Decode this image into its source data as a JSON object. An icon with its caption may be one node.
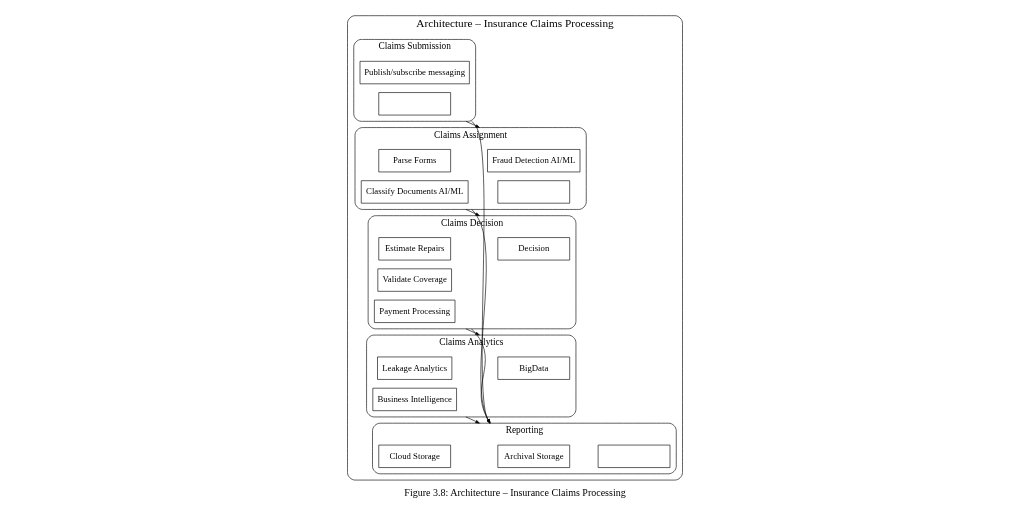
{
  "diagram": {
    "caption": "Figure 3.8: Architecture – Insurance Claims Processing",
    "nodes": [
      {
        "text": [
          "Architecture – Insurance Claims Processing"
        ]
      },
      {
        "text": [
          "Claims Submission"
        ],
        "in": 0
      },
      {
        "text": [
          "Publish/subscribe messaging"
        ],
        "in": 1
      },
      {
        "text": [],
        "shape": "box",
        "in": 1
      },
      {
        "text": [
          "Claims Assignment"
        ],
        "in": 0
      },
      {
        "text": [
          "Parse Forms"
        ],
        "in": 4
      },
      {
        "text": [],
        "shape": "box",
        "in": 4
      },
      {
        "text": [
          "Fraud Detection AI/ML"
        ],
        "in": 4
      },
      {
        "text": [
          "Classify Documents AI/ML"
        ],
        "in": 4
      },
      {
        "text": [
          "Claims Decision"
        ],
        "in": 0
      },
      {
        "text": [
          "Estimate Repairs"
        ],
        "in": 9
      },
      {
        "text": [
          "Validate Coverage"
        ],
        "in": 9
      },
      {
        "text": [
          "Decision"
        ],
        "in": 9
      },
      {
        "text": [
          "Payment Processing"
        ],
        "in": 9
      },
      {
        "text": [
          "Claims Analytics"
        ],
        "in": 0
      },
      {
        "text": [
          "Leakage Analytics"
        ],
        "in": 14
      },
      {
        "text": [
          "BigData"
        ],
        "in": 14
      },
      {
        "text": [
          "Business Intelligence"
        ],
        "in": 14
      },
      {
        "text": [
          "Reporting"
        ],
        "in": 0
      },
      {
        "text": [
          "Cloud Storage"
        ],
        "in": 18
      },
      {
        "text": [
          "Archival Storage"
        ],
        "in": 18
      },
      {
        "text": [],
        "shape": "box",
        "in": 18
      }
    ],
    "edges": [
      {
        "from": 1,
        "to": 4,
        "arrow": "to"
      },
      {
        "from": 4,
        "to": 9,
        "arrow": "to"
      },
      {
        "from": 9,
        "to": 14,
        "arrow": "to"
      },
      {
        "from": 1,
        "to": 18,
        "arrow": "to"
      },
      {
        "from": 4,
        "to": 18,
        "arrow": "to"
      },
      {
        "from": 9,
        "to": 18,
        "arrow": "to"
      },
      {
        "from": 14,
        "to": 18,
        "arrow": "to"
      }
    ]
  }
}
